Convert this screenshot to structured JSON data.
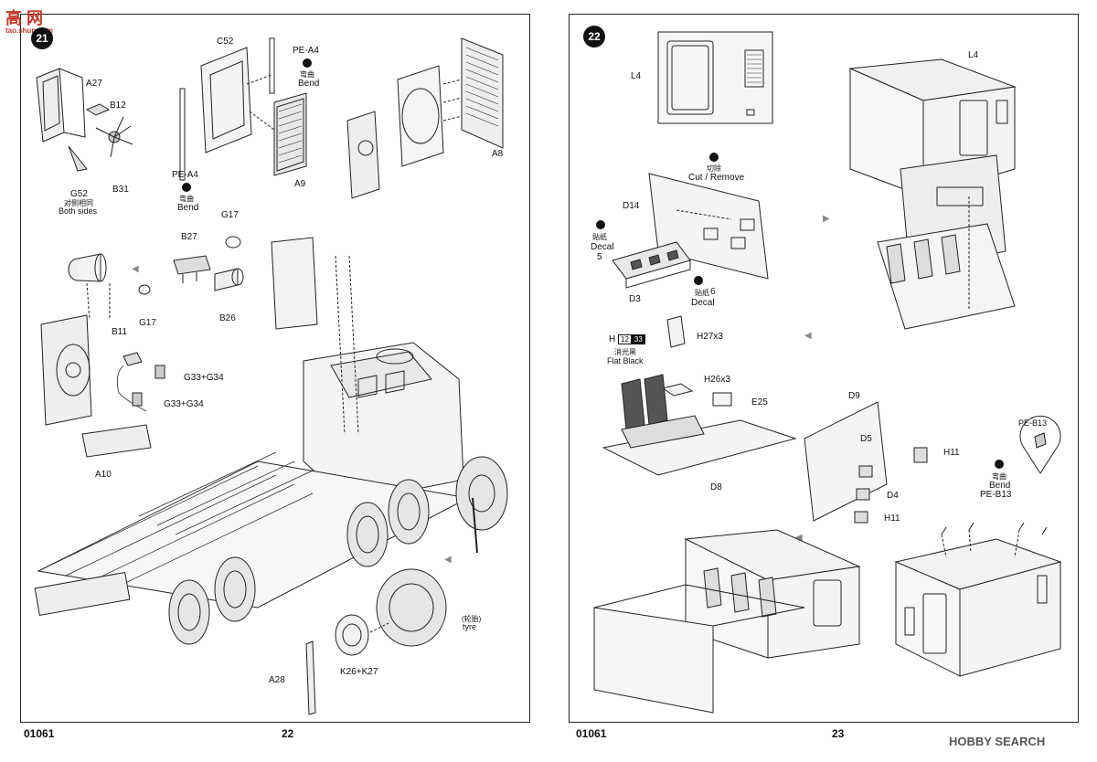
{
  "watermark_top": {
    "chars": "高 网",
    "sub": "tao.shun.com"
  },
  "watermark_bottom": {
    "brand": "HOBBY SEARCH"
  },
  "left_page": {
    "step": "21",
    "page_number": "22",
    "kit_number": "01061",
    "labels": {
      "a27": "A27",
      "b12": "B12",
      "b31": "B31",
      "g52": "G52",
      "g52_cn": "对侧相同",
      "g52_note": "Both sides",
      "c52": "C52",
      "pe_a4_top": "PE-A4",
      "bend_cn_top": "弯曲",
      "bend_top": "Bend",
      "pe_a4_left": "PE-A4",
      "bend_cn_left": "弯曲",
      "bend_left": "Bend",
      "a9": "A9",
      "a8": "A8",
      "g17_top": "G17",
      "b27": "B27",
      "g17_left": "G17",
      "b26": "B26",
      "b11": "B11",
      "g33_1": "G33+G34",
      "g33_2": "G33+G34",
      "a10": "A10",
      "tyre_cn": "(轮胎)",
      "tyre": "tyre",
      "a28": "A28",
      "k26": "K26+K27"
    }
  },
  "right_page": {
    "step": "22",
    "page_number": "23",
    "kit_number": "01061",
    "labels": {
      "l4_left": "L4",
      "cut_cn": "切除",
      "cut": "Cut / Remove",
      "l4_right": "L4",
      "d14": "D14",
      "decal_cn_left": "贴纸",
      "decal_left": "Decal",
      "decal_left_num": "5",
      "d3": "D3",
      "decal_cn_right": "贴纸",
      "decal_right": "Decal",
      "decal_right_num": "6",
      "h_color": "H",
      "h_code1": "12",
      "h_code2": "33",
      "flat_black_cn": "消光黑",
      "flat_black": "Flat Black",
      "h27": "H27x3",
      "h26": "H26x3",
      "e25": "E25",
      "d8": "D8",
      "d9": "D9",
      "d5": "D5",
      "h11_top": "H11",
      "d4": "D4",
      "h11_bottom": "H11",
      "pe_b13_callout": "PE-B13",
      "bend_cn": "弯曲",
      "bend": "Bend",
      "pe_b13": "PE-B13"
    }
  }
}
